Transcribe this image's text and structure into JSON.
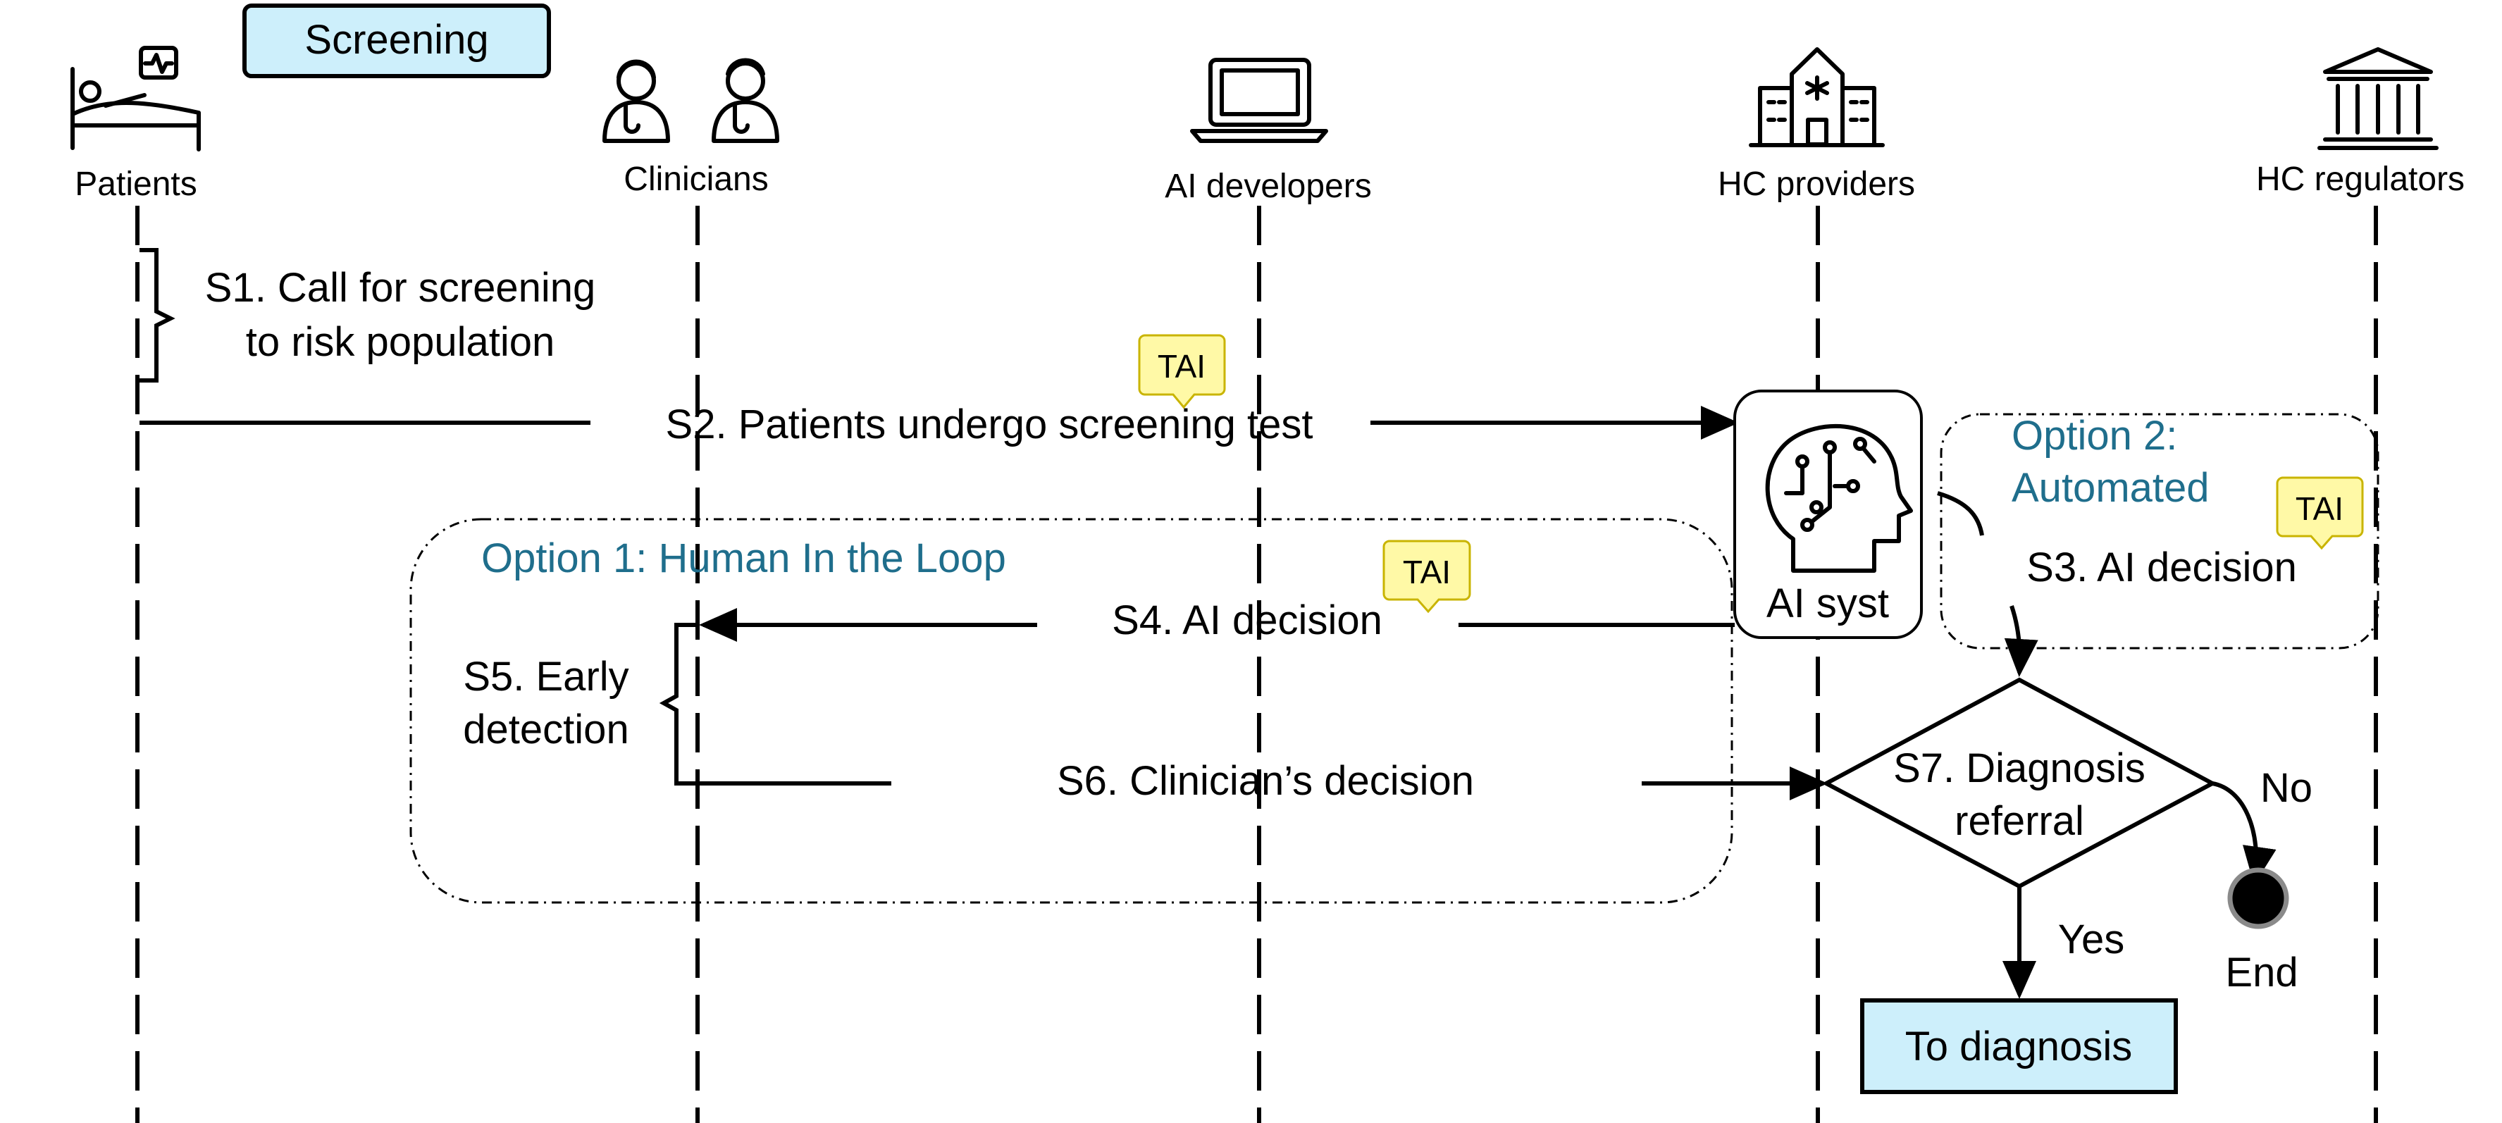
{
  "title": "Screening",
  "actors": [
    {
      "label": "Patients",
      "icon": "patient-bed-icon"
    },
    {
      "label": "Clinicians",
      "icon": "clinicians-icon"
    },
    {
      "label": "AI developers",
      "icon": "laptop-icon"
    },
    {
      "label": "HC providers",
      "icon": "hospital-icon"
    },
    {
      "label": "HC regulators",
      "icon": "government-building-icon"
    }
  ],
  "steps": {
    "s1_line1": "S1. Call for screening",
    "s1_line2": "to risk population",
    "s2": "S2. Patients undergo screening test",
    "s3": "S3. AI decision",
    "s4": "S4. AI decision",
    "s5_line1": "S5. Early",
    "s5_line2": "detection",
    "s6": "S6. Clinician’s decision",
    "s7_line1": "S7. Diagnosis",
    "s7_line2": "referral"
  },
  "options": {
    "option1": "Option 1: Human In the Loop",
    "option2_line1": "Option 2:",
    "option2_line2": "Automated"
  },
  "ai_system": {
    "label": "AI syst",
    "icon": "ai-brain-icon"
  },
  "tai_tag": "TAI",
  "decision": {
    "yes": "Yes",
    "no": "No"
  },
  "end_label": "End",
  "to_diagnosis": "To diagnosis",
  "colors": {
    "box_fill": "#CDEFFB",
    "tai_fill": "#FFF9A6",
    "tai_stroke": "#C9B400",
    "option_text": "#1F6E8C"
  }
}
